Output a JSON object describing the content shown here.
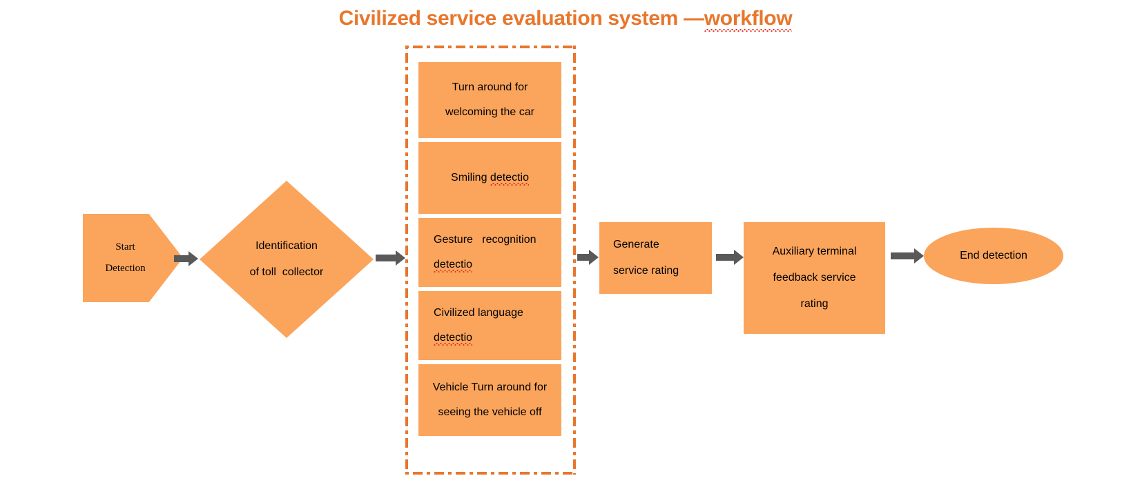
{
  "title": {
    "part1": "Civilized service evaluation system — ",
    "part2": "workflow"
  },
  "colors": {
    "shape_fill": "#FBA45C",
    "title_orange": "#E8762C",
    "group_border": "#E8762C",
    "arrow_gray": "#595959",
    "text": "#000000",
    "spellcheck_red": "#E03020",
    "background": "#FFFFFF"
  },
  "nodes": {
    "start": {
      "shape": "pentagon",
      "line1": "Start",
      "line2": "Detection"
    },
    "decision": {
      "shape": "diamond",
      "line1": "Identification",
      "line2": "of toll  collector"
    },
    "generate": {
      "shape": "rectangle",
      "line1": "Generate",
      "line2": "service rating"
    },
    "auxiliary": {
      "shape": "rectangle",
      "line1": "Auxiliary terminal",
      "line2": "feedback service",
      "line3": "rating"
    },
    "end": {
      "shape": "ellipse",
      "label": "End detection"
    }
  },
  "detection_group": {
    "border_style": "dash-dot",
    "items": [
      {
        "name": "turn-around-welcoming",
        "align": "center",
        "line1": "Turn around for",
        "line2": "welcoming the car",
        "misspelled": ""
      },
      {
        "name": "smiling-detection",
        "align": "center",
        "line1_prefix": "Smiling ",
        "line1_misspelled": "detectio",
        "line2": ""
      },
      {
        "name": "gesture-recognition-detection",
        "align": "left",
        "line1": "Gesture   recognition",
        "line2_misspelled": "detectio"
      },
      {
        "name": "civilized-language-detection",
        "align": "left",
        "line1": "Civilized language",
        "line2_misspelled": "detectio"
      },
      {
        "name": "vehicle-turn-around-seeing-off",
        "align": "center",
        "line1": "Vehicle Turn around for",
        "line2": "seeing the vehicle off"
      }
    ]
  },
  "arrows": [
    {
      "name": "arrow-start-to-decision",
      "from": "start",
      "to": "decision"
    },
    {
      "name": "arrow-decision-to-group",
      "from": "decision",
      "to": "detection-group"
    },
    {
      "name": "arrow-group-to-generate",
      "from": "detection-group",
      "to": "generate"
    },
    {
      "name": "arrow-generate-to-auxiliary",
      "from": "generate",
      "to": "auxiliary"
    },
    {
      "name": "arrow-auxiliary-to-end",
      "from": "auxiliary",
      "to": "end"
    }
  ]
}
